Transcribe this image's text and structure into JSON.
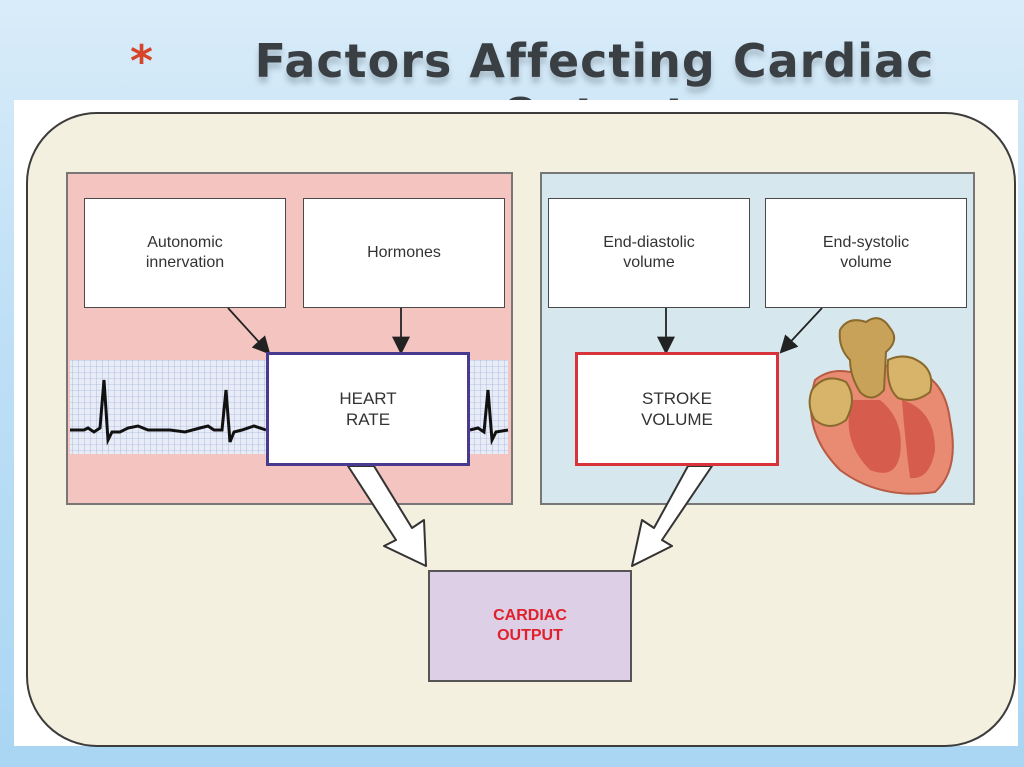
{
  "slide": {
    "bullet": "*",
    "title": "Factors Affecting Cardiac Output"
  },
  "diagram": {
    "heart_rate_factors": {
      "autonomic": "Autonomic\ninnervation",
      "hormones": "Hormones"
    },
    "heart_rate": "HEART\nRATE",
    "stroke_volume_factors": {
      "end_diastolic": "End-diastolic\nvolume",
      "end_systolic": "End-systolic\nvolume"
    },
    "stroke_volume": "STROKE\nVOLUME",
    "cardiac_output": "CARDIAC\nOUTPUT"
  },
  "colors": {
    "left_panel": "#f4c4c0",
    "right_panel": "#d6e8ee",
    "frame_bg": "#f3f0e0",
    "heart_rate_border": "#4a3a8f",
    "stroke_volume_border": "#d8323a",
    "output_fill": "#dccfe6",
    "output_text": "#e0202a"
  }
}
